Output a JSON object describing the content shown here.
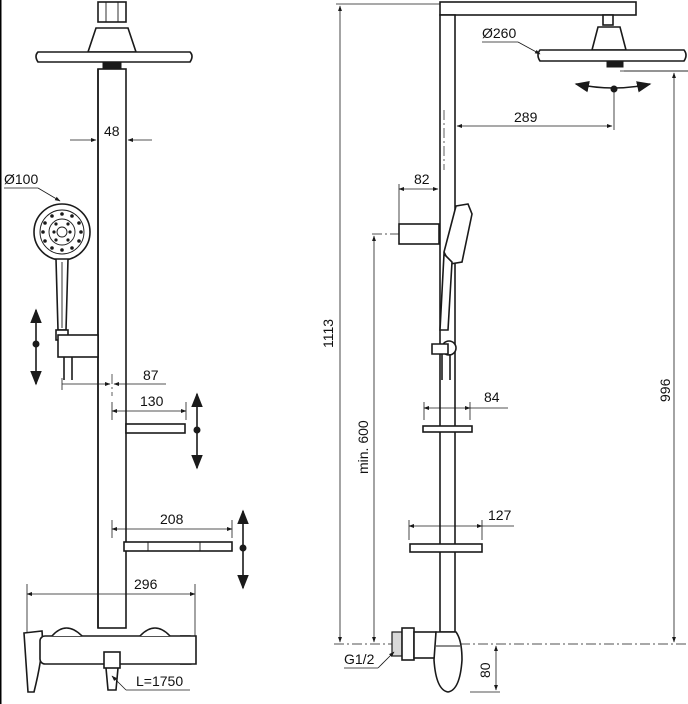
{
  "dimensions": {
    "bar_width": "48",
    "hand_shower_diameter": "Ø100",
    "offset_87": "87",
    "shelf_small": "130",
    "shelf_large": "208",
    "total_width": "296",
    "hose_length": "L=1750",
    "head_diameter": "Ø260",
    "arm_reach": "289",
    "holder_depth": "82",
    "total_height": "1113",
    "min_height": "min. 600",
    "head_height": "996",
    "side_shelf_small": "84",
    "side_shelf_large": "127",
    "inlet_thread": "G1/2",
    "inlet_height": "80"
  }
}
